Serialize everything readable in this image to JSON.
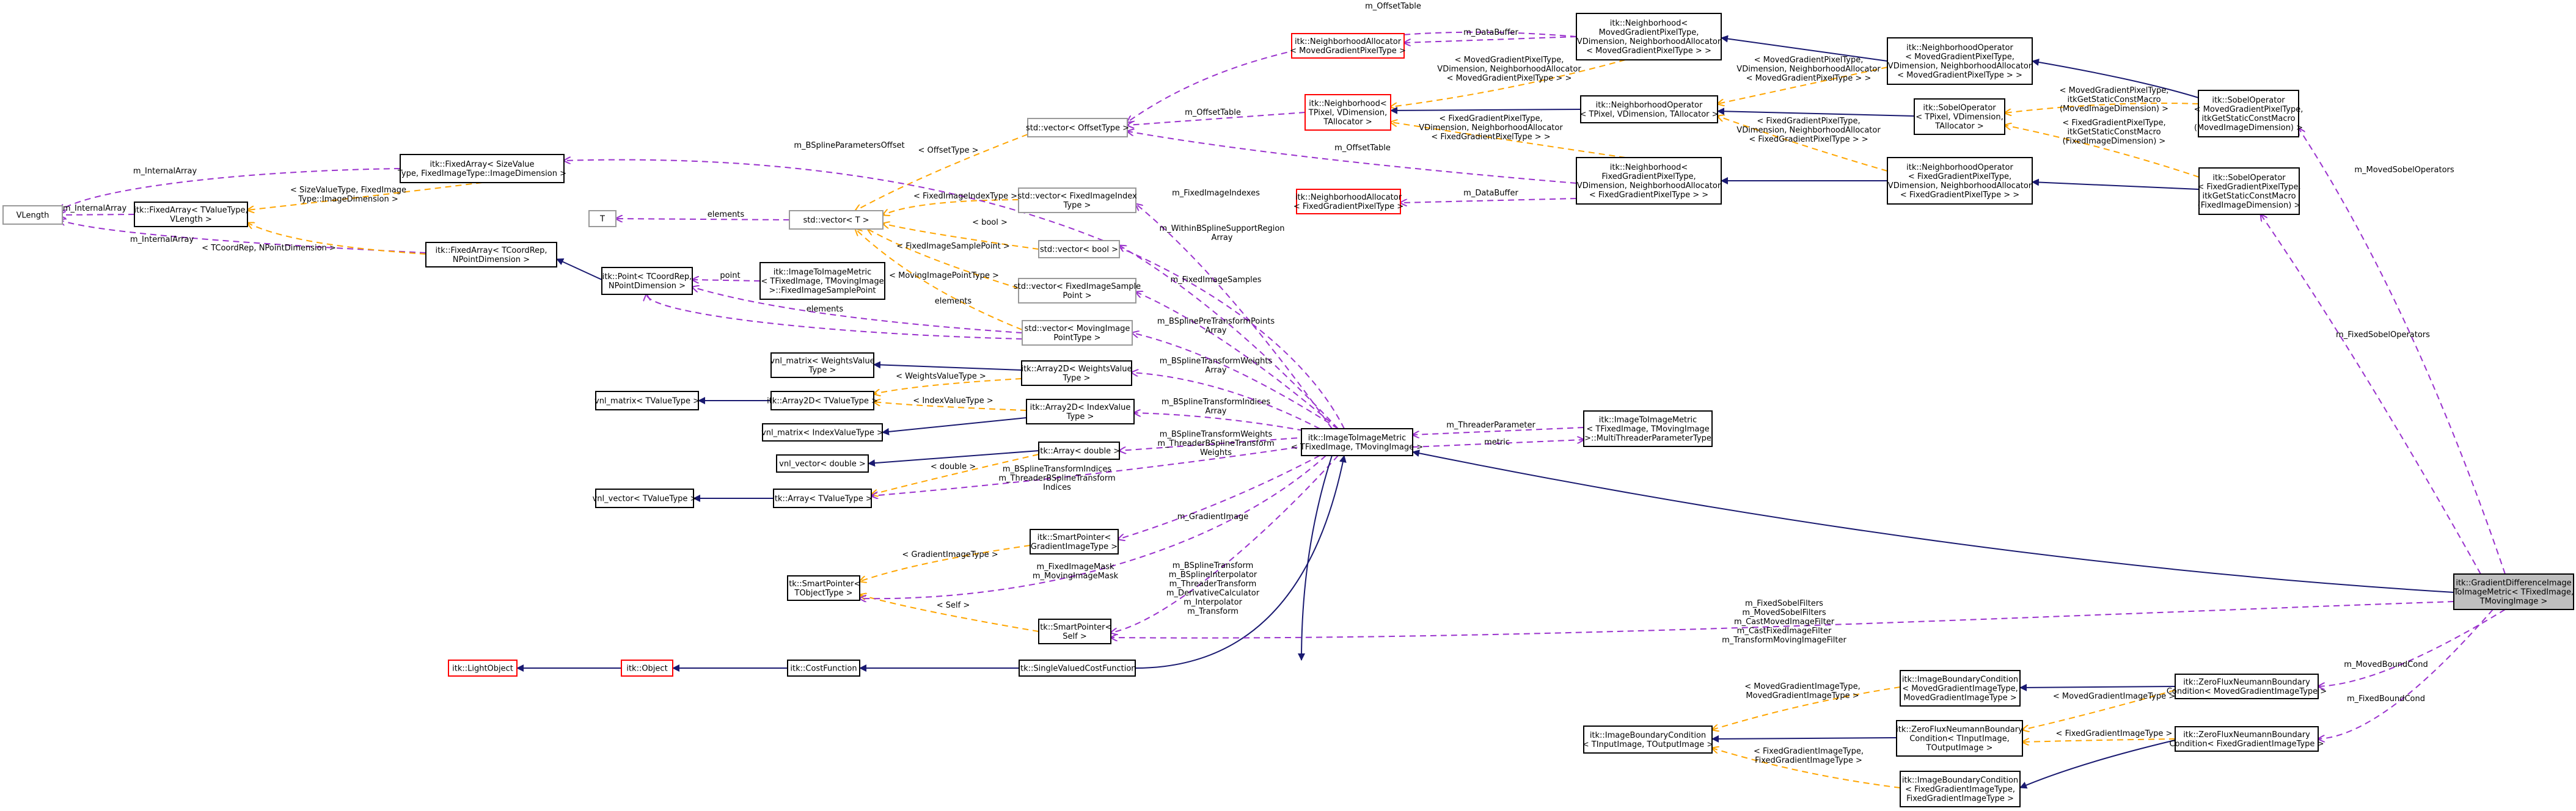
{
  "diagram": {
    "nodes": [
      {
        "id": "vlength",
        "lines": [
          "VLength"
        ],
        "style": "gray"
      },
      {
        "id": "fa_sizevalue",
        "lines": [
          "itk::FixedArray< SizeValue",
          "Type, FixedImageType::ImageDimension >"
        ]
      },
      {
        "id": "fa_tvalue_vlength",
        "lines": [
          "itk::FixedArray< TValueType,",
          "VLength >"
        ]
      },
      {
        "id": "fa_tcoordrep",
        "lines": [
          "itk::FixedArray< TCoordRep,",
          "NPointDimension >"
        ]
      },
      {
        "id": "point",
        "lines": [
          "itk::Point< TCoordRep,",
          "NPointDimension >"
        ]
      },
      {
        "id": "t",
        "lines": [
          "T"
        ],
        "style": "gray"
      },
      {
        "id": "vector_t",
        "lines": [
          "std::vector< T >"
        ],
        "style": "gray"
      },
      {
        "id": "vector_offset",
        "lines": [
          "std::vector< OffsetType >"
        ],
        "style": "gray"
      },
      {
        "id": "vector_fixedindex",
        "lines": [
          "std::vector< FixedImageIndex",
          "Type >"
        ],
        "style": "gray"
      },
      {
        "id": "vector_bool",
        "lines": [
          "std::vector< bool >"
        ],
        "style": "gray"
      },
      {
        "id": "vector_fixedsample",
        "lines": [
          "std::vector< FixedImageSample",
          "Point >"
        ],
        "style": "gray"
      },
      {
        "id": "vector_movingpoint",
        "lines": [
          "std::vector< MovingImage",
          "PointType >"
        ],
        "style": "gray"
      },
      {
        "id": "itm_sample",
        "lines": [
          "itk::ImageToImageMetric",
          "< TFixedImage, TMovingImage",
          ">::FixedImageSamplePoint"
        ]
      },
      {
        "id": "vnl_matrix_weights",
        "lines": [
          "vnl_matrix< WeightsValue",
          "Type >"
        ]
      },
      {
        "id": "array2d_weights",
        "lines": [
          "itk::Array2D< WeightsValue",
          "Type >"
        ]
      },
      {
        "id": "vnl_matrix_t",
        "lines": [
          "vnl_matrix< TValueType >"
        ]
      },
      {
        "id": "array2d_t",
        "lines": [
          "itk::Array2D< TValueType >"
        ]
      },
      {
        "id": "vnl_matrix_index",
        "lines": [
          "vnl_matrix< IndexValueType >"
        ]
      },
      {
        "id": "array2d_index",
        "lines": [
          "itk::Array2D< IndexValue",
          "Type >"
        ]
      },
      {
        "id": "array_double",
        "lines": [
          "itk::Array< double >"
        ]
      },
      {
        "id": "vnl_vector_double",
        "lines": [
          "vnl_vector< double >"
        ]
      },
      {
        "id": "vnl_vector_t",
        "lines": [
          "vnl_vector< TValueType >"
        ]
      },
      {
        "id": "array_t",
        "lines": [
          "itk::Array< TValueType >"
        ]
      },
      {
        "id": "sp_gradient",
        "lines": [
          "itk::SmartPointer<",
          "GradientImageType >"
        ]
      },
      {
        "id": "sp_tobject",
        "lines": [
          "itk::SmartPointer<",
          "TObjectType >"
        ]
      },
      {
        "id": "sp_self",
        "lines": [
          "itk::SmartPointer<",
          "Self >"
        ]
      },
      {
        "id": "lightobject",
        "lines": [
          "itk::LightObject"
        ],
        "style": "red"
      },
      {
        "id": "object",
        "lines": [
          "itk::Object"
        ],
        "style": "red"
      },
      {
        "id": "costfunction",
        "lines": [
          "itk::CostFunction"
        ]
      },
      {
        "id": "svcf",
        "lines": [
          "itk::SingleValuedCostFunction"
        ]
      },
      {
        "id": "itm",
        "lines": [
          "itk::ImageToImageMetric",
          "< TFixedImage, TMovingImage >"
        ]
      },
      {
        "id": "itm_threader",
        "lines": [
          "itk::ImageToImageMetric",
          "< TFixedImage, TMovingImage",
          ">::MultiThreaderParameterType"
        ]
      },
      {
        "id": "na_moved",
        "lines": [
          "itk::NeighborhoodAllocator",
          "< MovedGradientPixelType >"
        ],
        "style": "red"
      },
      {
        "id": "na_fixed",
        "lines": [
          "itk::NeighborhoodAllocator",
          "< FixedGradientPixelType >"
        ],
        "style": "red"
      },
      {
        "id": "nb_t",
        "lines": [
          "itk::Neighborhood<",
          "TPixel, VDimension,",
          "TAllocator >"
        ],
        "style": "red"
      },
      {
        "id": "nb_moved",
        "lines": [
          "itk::Neighborhood<",
          "MovedGradientPixelType,",
          "VDimension, NeighborhoodAllocator",
          "< MovedGradientPixelType > >"
        ]
      },
      {
        "id": "nb_fixed",
        "lines": [
          "itk::Neighborhood<",
          "FixedGradientPixelType,",
          "VDimension, NeighborhoodAllocator",
          "< FixedGradientPixelType > >"
        ]
      },
      {
        "id": "nop_t",
        "lines": [
          "itk::NeighborhoodOperator",
          "< TPixel, VDimension, TAllocator >"
        ]
      },
      {
        "id": "nop_moved",
        "lines": [
          "itk::NeighborhoodOperator",
          "< MovedGradientPixelType,",
          "VDimension, NeighborhoodAllocator",
          "< MovedGradientPixelType > >"
        ]
      },
      {
        "id": "nop_fixed",
        "lines": [
          "itk::NeighborhoodOperator",
          "< FixedGradientPixelType,",
          "VDimension, NeighborhoodAllocator",
          "< FixedGradientPixelType > >"
        ]
      },
      {
        "id": "sobel_t",
        "lines": [
          "itk::SobelOperator",
          "< TPixel, VDimension,",
          "TAllocator >"
        ]
      },
      {
        "id": "sobel_moved",
        "lines": [
          "itk::SobelOperator",
          "< MovedGradientPixelType,",
          "itkGetStaticConstMacro",
          "(MovedImageDimension) >"
        ]
      },
      {
        "id": "sobel_fixed",
        "lines": [
          "itk::SobelOperator",
          "< FixedGradientPixelType,",
          "itkGetStaticConstMacro",
          "(FixedImageDimension) >"
        ]
      },
      {
        "id": "ibc_t",
        "lines": [
          "itk::ImageBoundaryCondition",
          "< TInputImage, TOutputImage >"
        ]
      },
      {
        "id": "ibc_moved",
        "lines": [
          "itk::ImageBoundaryCondition",
          "< MovedGradientImageType,",
          "MovedGradientImageType >"
        ]
      },
      {
        "id": "ibc_fixed",
        "lines": [
          "itk::ImageBoundaryCondition",
          "< FixedGradientImageType,",
          "FixedGradientImageType >"
        ]
      },
      {
        "id": "zfn_t",
        "lines": [
          "itk::ZeroFluxNeumannBoundary",
          "Condition< TInputImage,",
          "TOutputImage >"
        ]
      },
      {
        "id": "zfn_moved",
        "lines": [
          "itk::ZeroFluxNeumannBoundary",
          "Condition< MovedGradientImageType >"
        ]
      },
      {
        "id": "zfn_fixed",
        "lines": [
          "itk::ZeroFluxNeumannBoundary",
          "Condition< FixedGradientImageType >"
        ]
      },
      {
        "id": "gdm",
        "lines": [
          "itk::GradientDifferenceImage",
          "ToImageMetric< TFixedImage,",
          "TMovingImage >"
        ],
        "style": "focus"
      }
    ],
    "edges": [
      {
        "id": "e1",
        "label": [
          "m_InternalArray"
        ]
      },
      {
        "id": "e2",
        "label": [
          "m_InternalArray"
        ]
      },
      {
        "id": "e3",
        "label": [
          "m_InternalArray"
        ]
      },
      {
        "id": "e4",
        "label": [
          "< SizeValueType, FixedImage",
          "Type::ImageDimension >"
        ]
      },
      {
        "id": "e5",
        "label": [
          "< TCoordRep, NPointDimension >"
        ]
      },
      {
        "id": "e6",
        "label": []
      },
      {
        "id": "e7",
        "label": [
          "point"
        ]
      },
      {
        "id": "e8",
        "label": [
          "elements"
        ]
      },
      {
        "id": "e9",
        "label": [
          "elements"
        ]
      },
      {
        "id": "e10",
        "label": [
          "elements"
        ]
      },
      {
        "id": "e11",
        "label": [
          "< FixedImageIndexType >"
        ]
      },
      {
        "id": "e12",
        "label": [
          "< bool >"
        ]
      },
      {
        "id": "e13",
        "label": [
          "< FixedImageSamplePoint >"
        ]
      },
      {
        "id": "e14",
        "label": [
          "< MovingImagePointType >"
        ]
      },
      {
        "id": "e15",
        "label": [
          "< OffsetType >"
        ]
      },
      {
        "id": "e16",
        "label": [
          "m_BSplineParametersOffset"
        ]
      },
      {
        "id": "e17",
        "label": []
      },
      {
        "id": "e18",
        "label": [
          "< WeightsValueType >"
        ]
      },
      {
        "id": "e19",
        "label": []
      },
      {
        "id": "e20",
        "label": [
          "< IndexValueType >"
        ]
      },
      {
        "id": "e21",
        "label": []
      },
      {
        "id": "e22",
        "label": []
      },
      {
        "id": "e23",
        "label": [
          "< double >"
        ]
      },
      {
        "id": "e24",
        "label": []
      },
      {
        "id": "e25",
        "label": [
          "< GradientImageType >"
        ]
      },
      {
        "id": "e26",
        "label": [
          "< Self >"
        ]
      },
      {
        "id": "e27",
        "label": []
      },
      {
        "id": "e28",
        "label": []
      },
      {
        "id": "e29",
        "label": []
      },
      {
        "id": "e30",
        "label": [
          "m_FixedImageIndexes"
        ]
      },
      {
        "id": "e31",
        "label": [
          "m_WithinBSplineSupportRegion",
          "Array"
        ]
      },
      {
        "id": "e32",
        "label": [
          "m_FixedImageSamples"
        ]
      },
      {
        "id": "e33",
        "label": [
          "m_BSplinePreTransformPoints",
          "Array"
        ]
      },
      {
        "id": "e34",
        "label": [
          "m_BSplineTransformWeights",
          "Array"
        ]
      },
      {
        "id": "e35",
        "label": [
          "m_BSplineTransformIndices",
          "Array"
        ]
      },
      {
        "id": "e36",
        "label": [
          "m_BSplineTransformWeights",
          "m_ThreaderBSplineTransform",
          "Weights"
        ]
      },
      {
        "id": "e37",
        "label": [
          "m_BSplineTransformIndices",
          "m_ThreaderBSplineTransform",
          "Indices"
        ]
      },
      {
        "id": "e38",
        "label": [
          "m_GradientImage"
        ]
      },
      {
        "id": "e39",
        "label": [
          "m_FixedImageMask",
          "m_MovingImageMask"
        ]
      },
      {
        "id": "e40",
        "label": [
          "m_BSplineTransform",
          "m_BSplineInterpolator",
          "m_ThreaderTransform",
          "m_DerivativeCalculator",
          "m_Interpolator",
          "m_Transform"
        ]
      },
      {
        "id": "e41",
        "label": [
          "m_ThreaderParameter"
        ]
      },
      {
        "id": "e42",
        "label": [
          "metric"
        ]
      },
      {
        "id": "e43",
        "label": [
          "m_OffsetTable"
        ]
      },
      {
        "id": "e44",
        "label": [
          "m_OffsetTable"
        ]
      },
      {
        "id": "e45",
        "label": [
          "m_OffsetTable"
        ]
      },
      {
        "id": "e46",
        "label": [
          "m_DataBuffer"
        ]
      },
      {
        "id": "e47",
        "label": [
          "m_DataBuffer"
        ]
      },
      {
        "id": "e48",
        "label": [
          "< MovedGradientPixelType,",
          "VDimension, NeighborhoodAllocator",
          "< MovedGradientPixelType > >"
        ]
      },
      {
        "id": "e49",
        "label": [
          "< FixedGradientPixelType,",
          "VDimension, NeighborhoodAllocator",
          "< FixedGradientPixelType > >"
        ]
      },
      {
        "id": "e50",
        "label": []
      },
      {
        "id": "e51",
        "label": []
      },
      {
        "id": "e52",
        "label": []
      },
      {
        "id": "e53",
        "label": [
          "< MovedGradientPixelType,",
          "VDimension, NeighborhoodAllocator",
          "< MovedGradientPixelType > >"
        ]
      },
      {
        "id": "e54",
        "label": [
          "< FixedGradientPixelType,",
          "VDimension, NeighborhoodAllocator",
          "< FixedGradientPixelType > >"
        ]
      },
      {
        "id": "e55",
        "label": []
      },
      {
        "id": "e56",
        "label": []
      },
      {
        "id": "e57",
        "label": []
      },
      {
        "id": "e58",
        "label": [
          "< MovedGradientPixelType,",
          "itkGetStaticConstMacro",
          "(MovedImageDimension) >"
        ]
      },
      {
        "id": "e59",
        "label": [
          "< FixedGradientPixelType,",
          "itkGetStaticConstMacro",
          "(FixedImageDimension) >"
        ]
      },
      {
        "id": "e60",
        "label": [
          "m_MovedSobelOperators"
        ]
      },
      {
        "id": "e61",
        "label": [
          "m_FixedSobelOperators"
        ]
      },
      {
        "id": "e62",
        "label": []
      },
      {
        "id": "e63",
        "label": [
          "< MovedGradientImageType,",
          "MovedGradientImageType >"
        ]
      },
      {
        "id": "e64",
        "label": [
          "< FixedGradientImageType,",
          "FixedGradientImageType >"
        ]
      },
      {
        "id": "e65",
        "label": []
      },
      {
        "id": "e66",
        "label": []
      },
      {
        "id": "e67",
        "label": []
      },
      {
        "id": "e68",
        "label": [
          "< MovedGradientImageType >"
        ]
      },
      {
        "id": "e69",
        "label": [
          "< FixedGradientImageType >"
        ]
      },
      {
        "id": "e70",
        "label": []
      },
      {
        "id": "e71",
        "label": []
      },
      {
        "id": "e72",
        "label": [
          "m_MovedBoundCond"
        ]
      },
      {
        "id": "e73",
        "label": [
          "m_FixedBoundCond"
        ]
      },
      {
        "id": "e74",
        "label": [
          "m_FixedSobelFilters",
          "m_MovedSobelFilters",
          "m_CastMovedImageFilter",
          "m_CastFixedImageFilter",
          "m_TransformMovingImageFilter"
        ]
      }
    ]
  }
}
